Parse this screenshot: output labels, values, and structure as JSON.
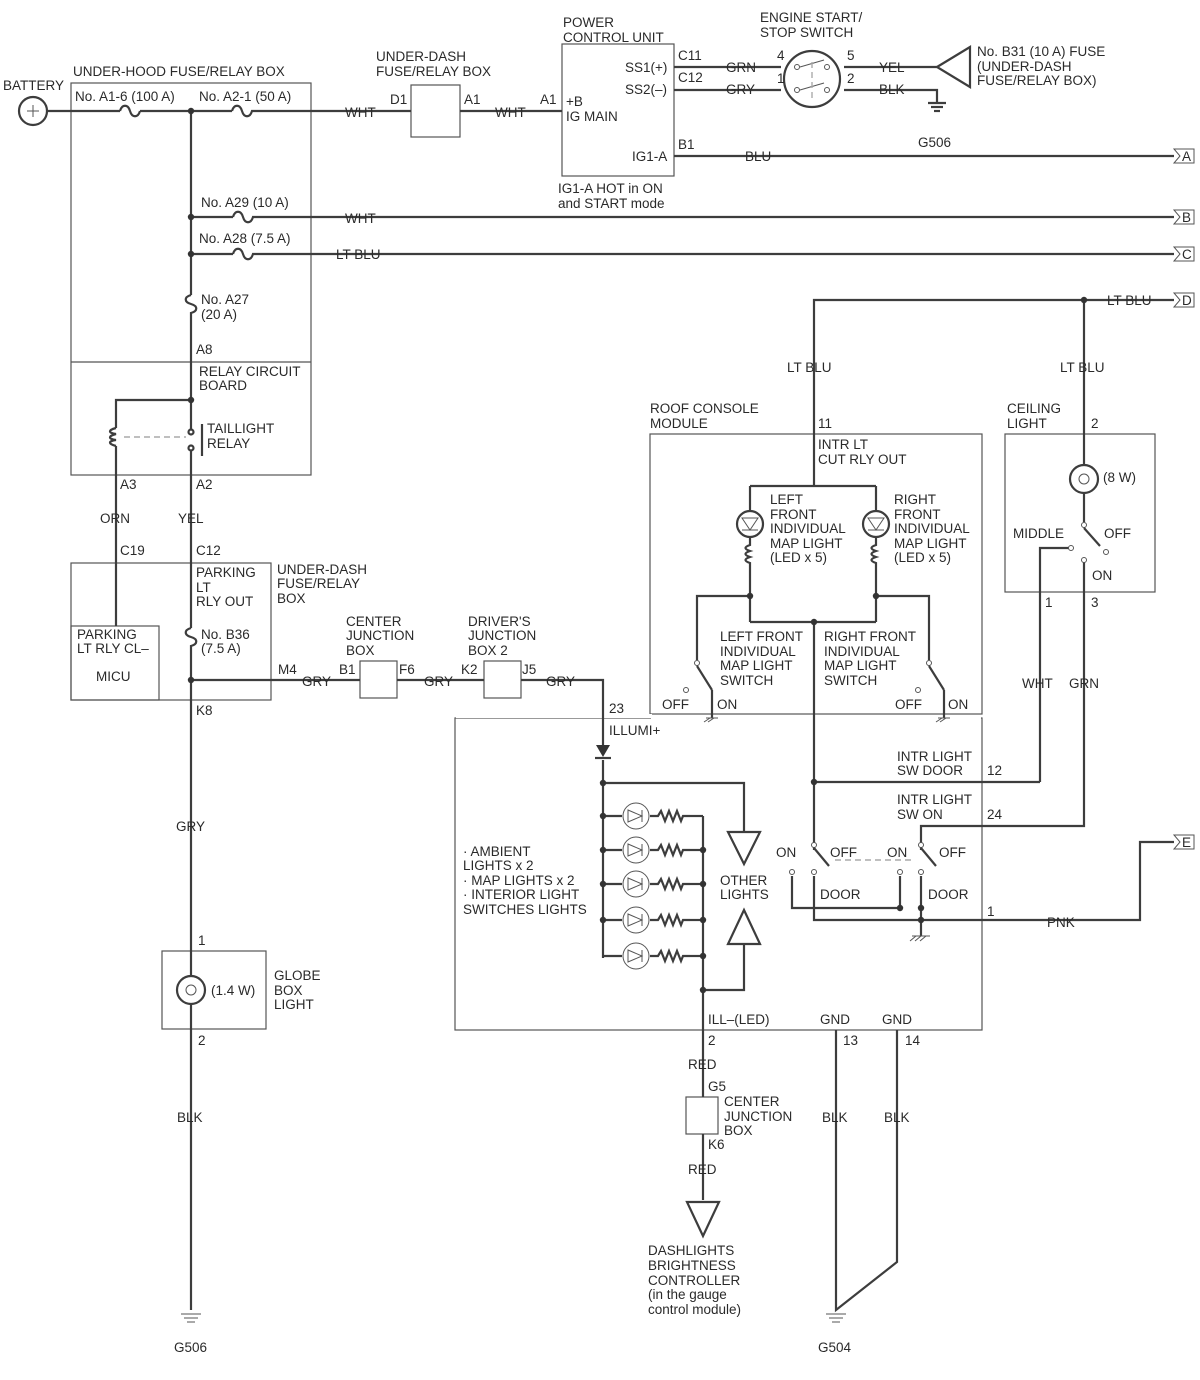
{
  "labels": {
    "battery": "BATTERY",
    "uh_box": "UNDER-HOOD FUSE/RELAY BOX",
    "fuse_a16": "No. A1-6 (100 A)",
    "fuse_a21": "No. A2-1 (50 A)",
    "fuse_a29": "No. A29 (10 A)",
    "fuse_a28": "No. A28 (7.5 A)",
    "fuse_a27_1": "No. A27",
    "fuse_a27_2": "(20 A)",
    "pin_a8": "A8",
    "relay_board_1": "RELAY CIRCUIT",
    "relay_board_2": "BOARD",
    "taillight_1": "TAILLIGHT",
    "taillight_2": "RELAY",
    "pin_a3": "A3",
    "pin_a2": "A2",
    "ud_box_1": "UNDER-DASH",
    "ud_box_2": "FUSE/RELAY BOX",
    "pin_d1": "D1",
    "pin_a1_ud": "A1",
    "pcu_1": "POWER",
    "pcu_2": "CONTROL UNIT",
    "pin_a1_pcu": "A1",
    "pcu_b": "+B",
    "pcu_ig": "IG MAIN",
    "pcu_ss1": "SS1(+)",
    "pcu_ss2": "SS2(–)",
    "pin_c11": "C11",
    "pin_c12_pcu": "C12",
    "pin_b1": "B1",
    "pcu_ig1a": "IG1-A",
    "pcu_note_1": "IG1-A HOT in ON",
    "pcu_note_2": "and START mode",
    "ess_1": "ENGINE START/",
    "ess_2": "STOP SWITCH",
    "ess_4": "4",
    "ess_1pin": "1",
    "ess_5": "5",
    "ess_2pin": "2",
    "b31_1": "No. B31 (10 A) FUSE",
    "b31_2": "(UNDER-DASH",
    "b31_3": "FUSE/RELAY BOX)",
    "g506_top": "G506",
    "conn_a": "A",
    "conn_b": "B",
    "conn_c": "C",
    "conn_d": "D",
    "conn_e": "E",
    "w_wht1": "WHT",
    "w_wht2": "WHT",
    "w_grn": "GRN",
    "w_gry": "GRY",
    "w_yel": "YEL",
    "w_blk": "BLK",
    "w_blu": "BLU",
    "w_wht3": "WHT",
    "w_ltblu1": "LT BLU",
    "w_ltblu_d": "LT BLU",
    "w_ltblu2": "LT BLU",
    "w_ltblu3": "LT BLU",
    "w_orn": "ORN",
    "w_yel2": "YEL",
    "pin_c19": "C19",
    "pin_c12": "C12",
    "parking_1": "PARKING",
    "parking_2": "LT",
    "parking_3": "RLY OUT",
    "ud_box2_1": "UNDER-DASH",
    "ud_box2_2": "FUSE/RELAY",
    "ud_box2_3": "BOX",
    "micu_1": "PARKING",
    "micu_2": "LT RLY CL–",
    "micu_3": "MICU",
    "fuse_b36_1": "No. B36",
    "fuse_b36_2": "(7.5 A)",
    "pin_m4": "M4",
    "pin_k8": "K8",
    "cjb_1": "CENTER",
    "cjb_2": "JUNCTION",
    "cjb_3": "BOX",
    "pin_b1_cjb": "B1",
    "pin_f6": "F6",
    "djb_1": "DRIVER'S",
    "djb_2": "JUNCTION",
    "djb_3": "BOX 2",
    "pin_k2": "K2",
    "pin_j5": "J5",
    "w_gry_m4": "GRY",
    "w_gry_f6": "GRY",
    "w_gry_j5": "GRY",
    "w_gry_v": "GRY",
    "pin_23": "23",
    "illumi": "ILLUMI+",
    "rcm_1": "ROOF CONSOLE",
    "rcm_2": "MODULE",
    "pin_11": "11",
    "intr_cut_1": "INTR LT",
    "intr_cut_2": "CUT RLY OUT",
    "lfm_1": "LEFT",
    "lfm_2": "FRONT",
    "lfm_3": "INDIVIDUAL",
    "lfm_4": "MAP LIGHT",
    "lfm_5": "(LED x 5)",
    "rfm_1": "RIGHT",
    "rfm_2": "FRONT",
    "rfm_3": "INDIVIDUAL",
    "rfm_4": "MAP LIGHT",
    "rfm_5": "(LED x 5)",
    "lfs_1": "LEFT FRONT",
    "lfs_2": "INDIVIDUAL",
    "lfs_3": "MAP LIGHT",
    "lfs_4": "SWITCH",
    "rfs_1": "RIGHT FRONT",
    "rfs_2": "INDIVIDUAL",
    "rfs_3": "MAP LIGHT",
    "rfs_4": "SWITCH",
    "off_l": "OFF",
    "on_l": "ON",
    "off_r": "OFF",
    "on_r": "ON",
    "ceil_1": "CEILING",
    "ceil_2": "LIGHT",
    "ceil_pin2": "2",
    "ceil_w": "(8 W)",
    "ceil_middle": "MIDDLE",
    "ceil_off": "OFF",
    "ceil_on": "ON",
    "ceil_pin1": "1",
    "ceil_pin3": "3",
    "w_wht_ceil": "WHT",
    "w_grn_ceil": "GRN",
    "intr_door_1": "INTR LIGHT",
    "intr_door_2": "SW DOOR",
    "pin_12": "12",
    "intr_on_1": "INTR LIGHT",
    "intr_on_2": "SW ON",
    "pin_24": "24",
    "sw_on1": "ON",
    "sw_off1": "OFF",
    "sw_on2": "ON",
    "sw_off2": "OFF",
    "sw_door1": "DOOR",
    "sw_door2": "DOOR",
    "pin_1_rcm": "1",
    "w_pnk": "PNK",
    "amb_1": "· AMBIENT",
    "amb_2": "LIGHTS x 2",
    "amb_3": "· MAP LIGHTS x 2",
    "amb_4": "· INTERIOR LIGHT",
    "amb_5": "SWITCHES LIGHTS",
    "other_1": "OTHER",
    "other_2": "LIGHTS",
    "ill_led": "ILL–(LED)",
    "gnd1": "GND",
    "gnd2": "GND",
    "pin_2_rcm": "2",
    "pin_13": "13",
    "pin_14": "14",
    "w_red1": "RED",
    "pin_g5": "G5",
    "cjb2_1": "CENTER",
    "cjb2_2": "JUNCTION",
    "cjb2_3": "BOX",
    "pin_k6": "K6",
    "w_red2": "RED",
    "dash_1": "DASHLIGHTS",
    "dash_2": "BRIGHTNESS",
    "dash_3": "CONTROLLER",
    "dash_4": "(in the gauge",
    "dash_5": "control module)",
    "w_blk13": "BLK",
    "w_blk14": "BLK",
    "g504": "G504",
    "globe_pin1": "1",
    "globe_w": "(1.4 W)",
    "globe_1": "GLOBE",
    "globe_2": "BOX",
    "globe_3": "LIGHT",
    "globe_pin2": "2",
    "w_blk_globe": "BLK",
    "g506_bot": "G506"
  }
}
